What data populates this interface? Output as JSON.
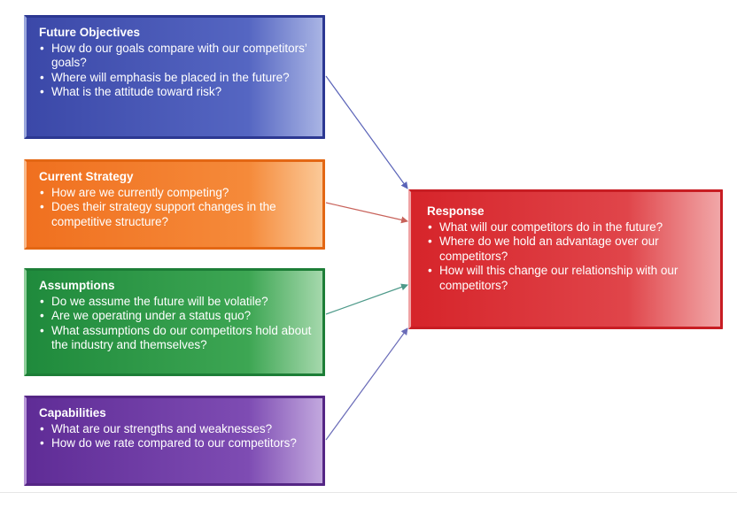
{
  "future_objectives": {
    "title": "Future Objectives",
    "items": [
      "How do our goals compare with our competitors’ goals?",
      "Where will emphasis be placed in the future?",
      "What is the attitude toward risk?"
    ]
  },
  "current_strategy": {
    "title": "Current Strategy",
    "items": [
      "How are we currently competing?",
      "Does their strategy support changes in the competitive structure?"
    ]
  },
  "assumptions": {
    "title": "Assumptions",
    "items": [
      "Do we assume the future will be volatile?",
      "Are we operating under a status quo?",
      "What assumptions do our competitors hold about the industry and themselves?"
    ]
  },
  "capabilities": {
    "title": "Capabilities",
    "items": [
      "What are our strengths and weaknesses?",
      "How do we rate compared to our competitors?"
    ]
  },
  "response": {
    "title": "Response",
    "items": [
      "What will our competitors do in the future?",
      "Where do we hold an advantage over our competitors?",
      "How will this change our relationship with our competitors?"
    ]
  },
  "colors": {
    "future_objectives": "#3b48a8",
    "current_strategy": "#f0701f",
    "assumptions": "#1f8a3c",
    "capabilities": "#5f2c96",
    "response": "#d6242a",
    "connector_blue": "#5a63b8",
    "connector_orange": "#c8625a",
    "connector_green": "#4e9a8a",
    "connector_purple": "#6a6cb8"
  }
}
